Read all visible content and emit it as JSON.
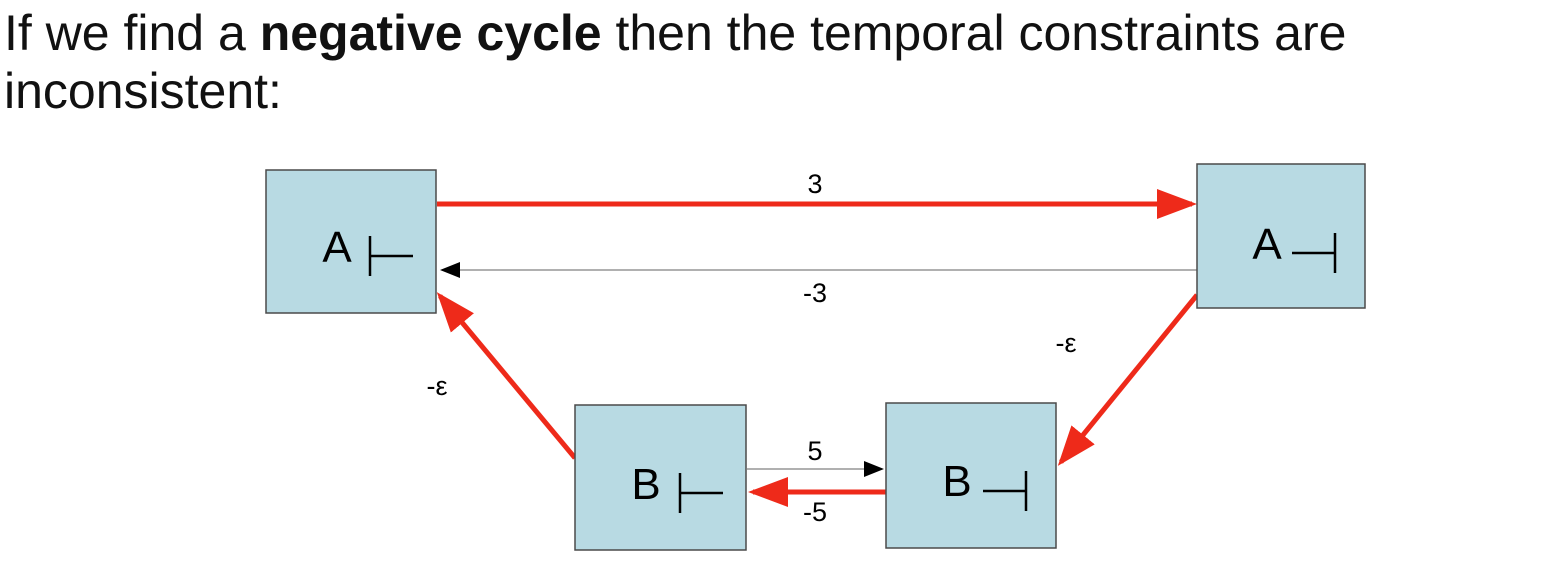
{
  "heading": {
    "text_before": "If we find a ",
    "text_bold": "negative cycle",
    "text_after": " then the temporal constraints are inconsistent:"
  },
  "nodes": {
    "a_start": {
      "label": "A",
      "symbol": "start-bar"
    },
    "a_end": {
      "label": "A",
      "symbol": "end-bar"
    },
    "b_start": {
      "label": "B",
      "symbol": "start-bar"
    },
    "b_end": {
      "label": "B",
      "symbol": "end-bar"
    }
  },
  "edges": [
    {
      "from": "A-start",
      "to": "A-end",
      "label": "3",
      "highlighted": true
    },
    {
      "from": "A-end",
      "to": "A-start",
      "label": "-3",
      "highlighted": false
    },
    {
      "from": "A-end",
      "to": "B-end",
      "label": "-ε",
      "highlighted": true
    },
    {
      "from": "B-start",
      "to": "B-end",
      "label": "5",
      "highlighted": false
    },
    {
      "from": "B-end",
      "to": "B-start",
      "label": "-5",
      "highlighted": true
    },
    {
      "from": "B-start",
      "to": "A-start",
      "label": "-ε",
      "highlighted": true
    }
  ],
  "colors": {
    "node_fill": "#b8dae3",
    "highlight_edge": "#ee2a1a",
    "plain_edge": "#b0b0b0"
  }
}
